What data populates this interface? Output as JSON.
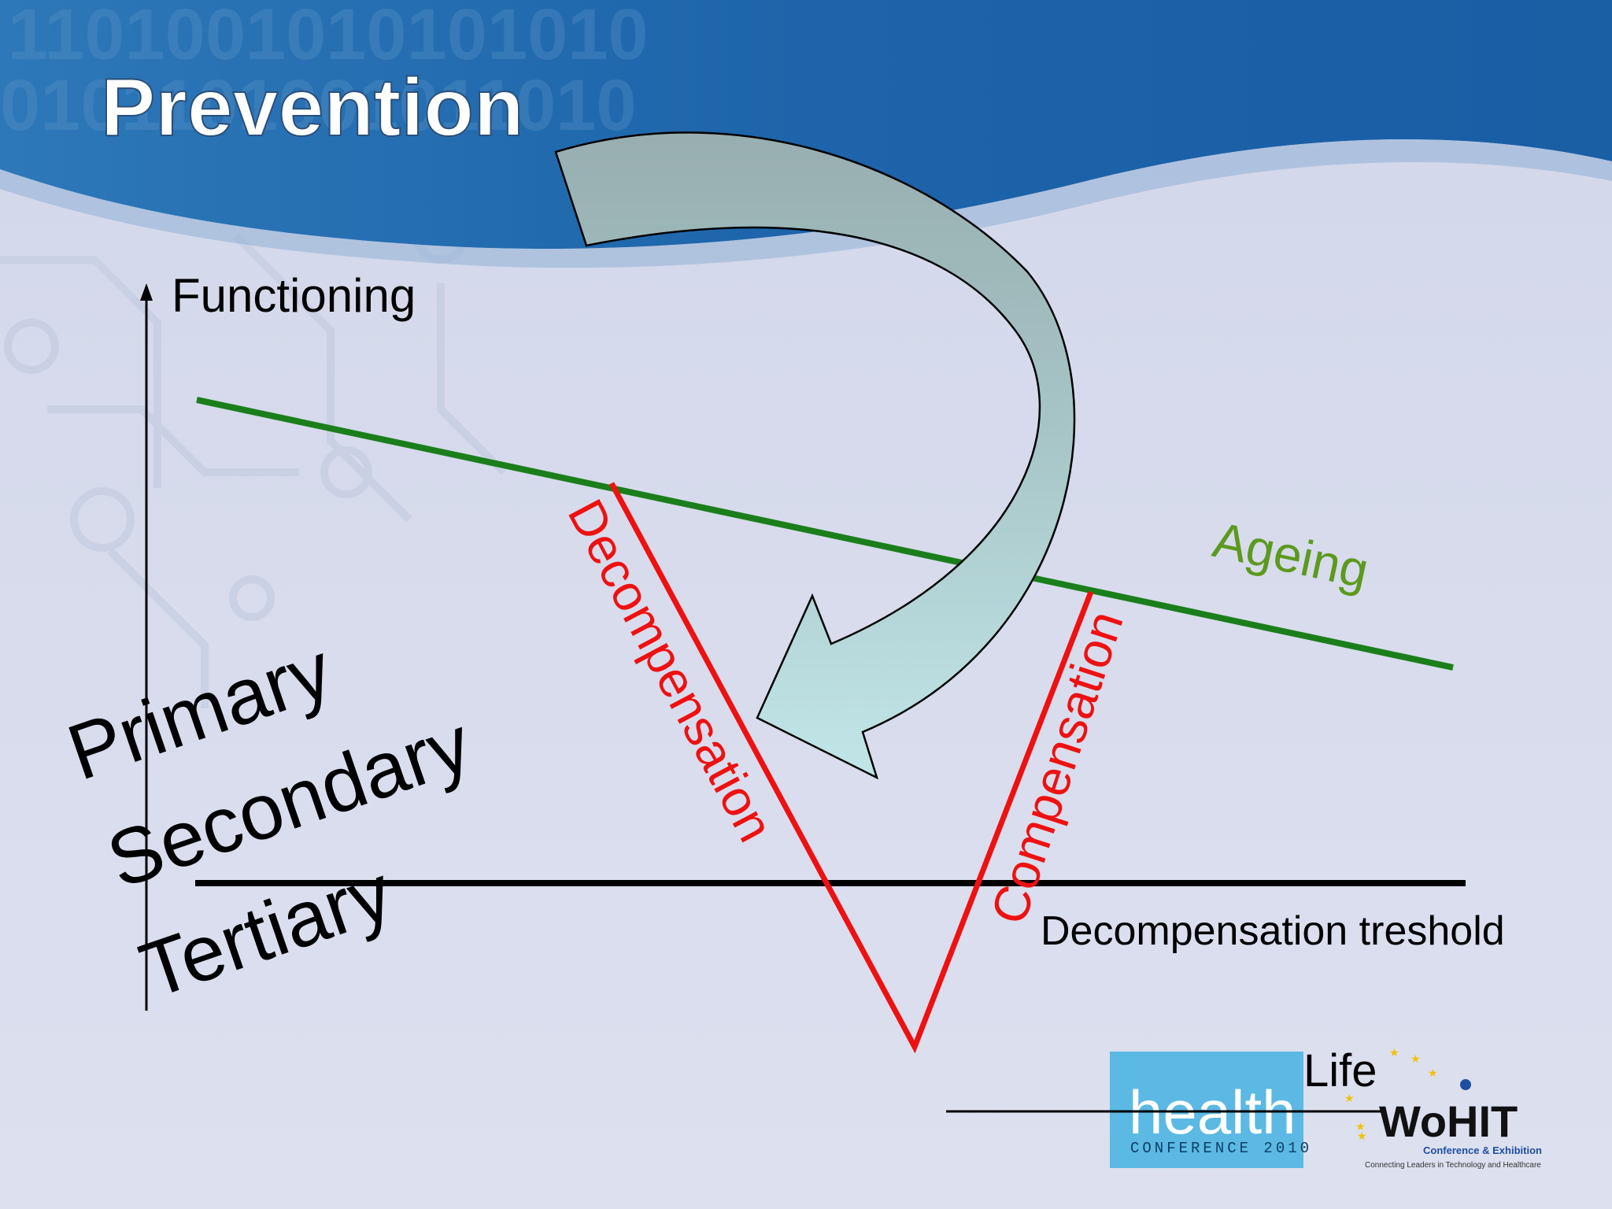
{
  "slide": {
    "title": "Prevention"
  },
  "diagram": {
    "y_axis_label": "Functioning",
    "ageing_label": "Ageing",
    "decompensation_label": "Decompensation",
    "compensation_label": "Compensation",
    "threshold_label": "Decompensation treshold",
    "prevention_levels": [
      "Primary",
      "Secondary",
      "Tertiary"
    ]
  },
  "logos": {
    "health_text": "health",
    "health_conference": "CONFERENCE 2010",
    "life_text": "Life",
    "wohit_text": "WoHIT",
    "wohit_subtitle": "Conference & Exhibition",
    "wohit_tagline": "Connecting Leaders in Technology and Healthcare"
  },
  "colors": {
    "header_blue": "#1a62a8",
    "ageing_green": "#1a7f1a",
    "ageing_text_green": "#5c9a1e",
    "red": "#ee1111",
    "arrow_fill_top": "#9db5b6",
    "arrow_fill_bottom": "#bde2e4",
    "health_logo_bg": "#5bb9e3",
    "wohit_blue": "#1d4fa0"
  }
}
